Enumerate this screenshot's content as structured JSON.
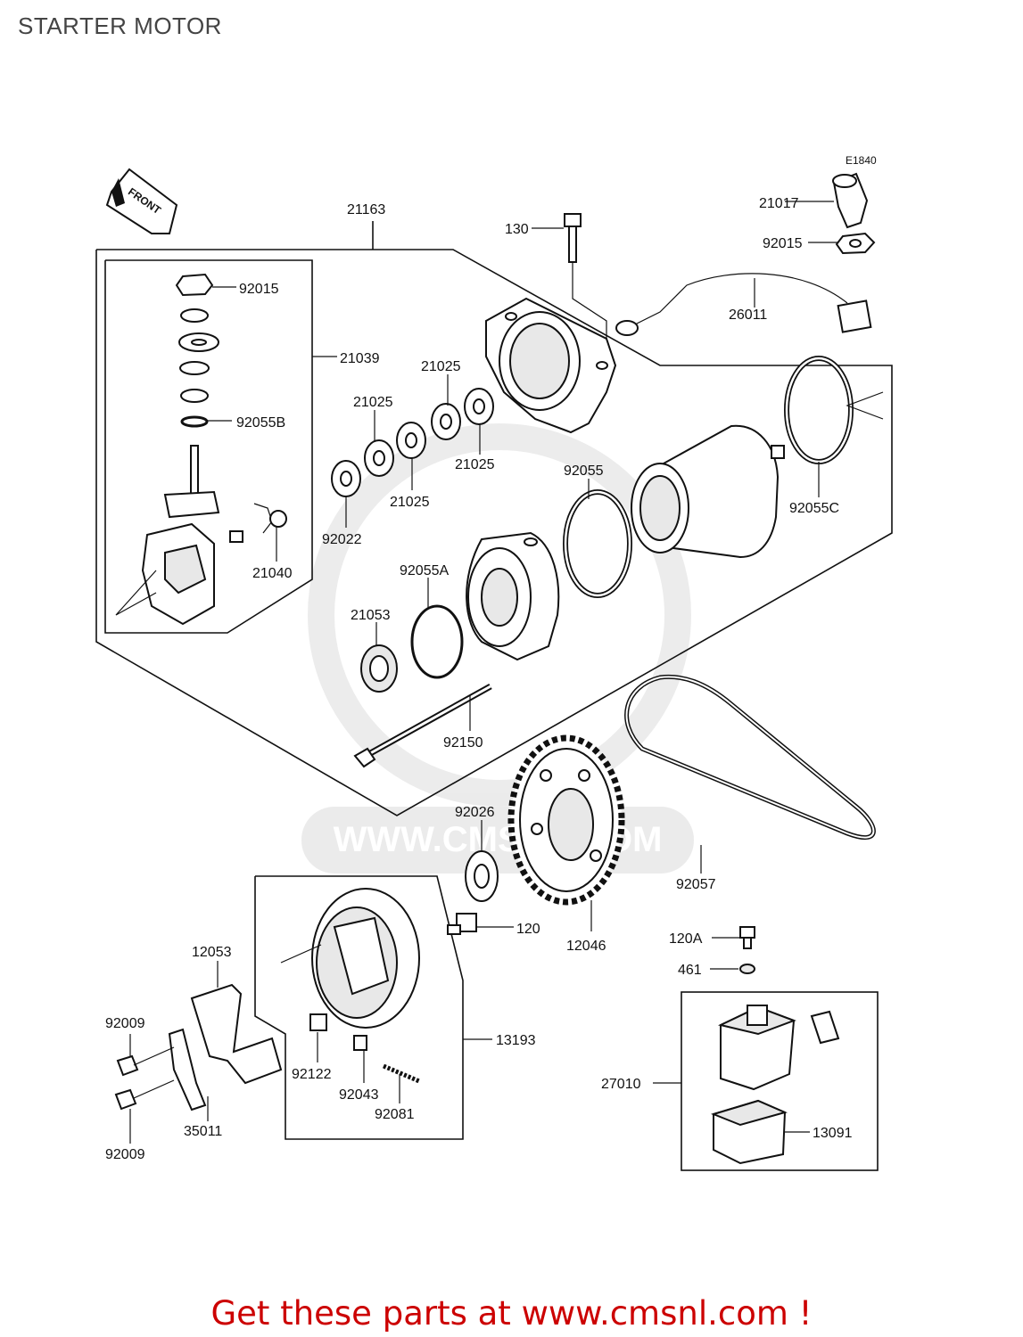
{
  "page": {
    "title": "STARTER MOTOR"
  },
  "diagram": {
    "code": "E1840",
    "front": "FRONT",
    "watermark": "WWW.CMSNL.COM",
    "parts": [
      {
        "id": "p21163",
        "label": "21163"
      },
      {
        "id": "p21017",
        "label": "21017"
      },
      {
        "id": "p92015a",
        "label": "92015"
      },
      {
        "id": "p130",
        "label": "130"
      },
      {
        "id": "p26011",
        "label": "26011"
      },
      {
        "id": "p92015b",
        "label": "92015"
      },
      {
        "id": "p21039",
        "label": "21039"
      },
      {
        "id": "p92055B",
        "label": "92055B"
      },
      {
        "id": "p21025a",
        "label": "21025"
      },
      {
        "id": "p21025b",
        "label": "21025"
      },
      {
        "id": "p21025c",
        "label": "21025"
      },
      {
        "id": "p21025d",
        "label": "21025"
      },
      {
        "id": "p92022",
        "label": "92022"
      },
      {
        "id": "p92055",
        "label": "92055"
      },
      {
        "id": "p92055C",
        "label": "92055C"
      },
      {
        "id": "p21040",
        "label": "21040"
      },
      {
        "id": "p92055A",
        "label": "92055A"
      },
      {
        "id": "p21053",
        "label": "21053"
      },
      {
        "id": "p92150",
        "label": "92150"
      },
      {
        "id": "p92026",
        "label": "92026"
      },
      {
        "id": "p92057",
        "label": "92057"
      },
      {
        "id": "p120",
        "label": "120"
      },
      {
        "id": "p12046",
        "label": "12046"
      },
      {
        "id": "p12053",
        "label": "12053"
      },
      {
        "id": "p120A",
        "label": "120A"
      },
      {
        "id": "p461",
        "label": "461"
      },
      {
        "id": "p92009a",
        "label": "92009"
      },
      {
        "id": "p13193",
        "label": "13193"
      },
      {
        "id": "p92122",
        "label": "92122"
      },
      {
        "id": "p92043",
        "label": "92043"
      },
      {
        "id": "p92081",
        "label": "92081"
      },
      {
        "id": "p27010",
        "label": "27010"
      },
      {
        "id": "p35011",
        "label": "35011"
      },
      {
        "id": "p13091",
        "label": "13091"
      },
      {
        "id": "p92009b",
        "label": "92009"
      }
    ]
  },
  "footer": {
    "text": "Get these parts at www.cmsnl.com !",
    "color": "#cc0000"
  }
}
